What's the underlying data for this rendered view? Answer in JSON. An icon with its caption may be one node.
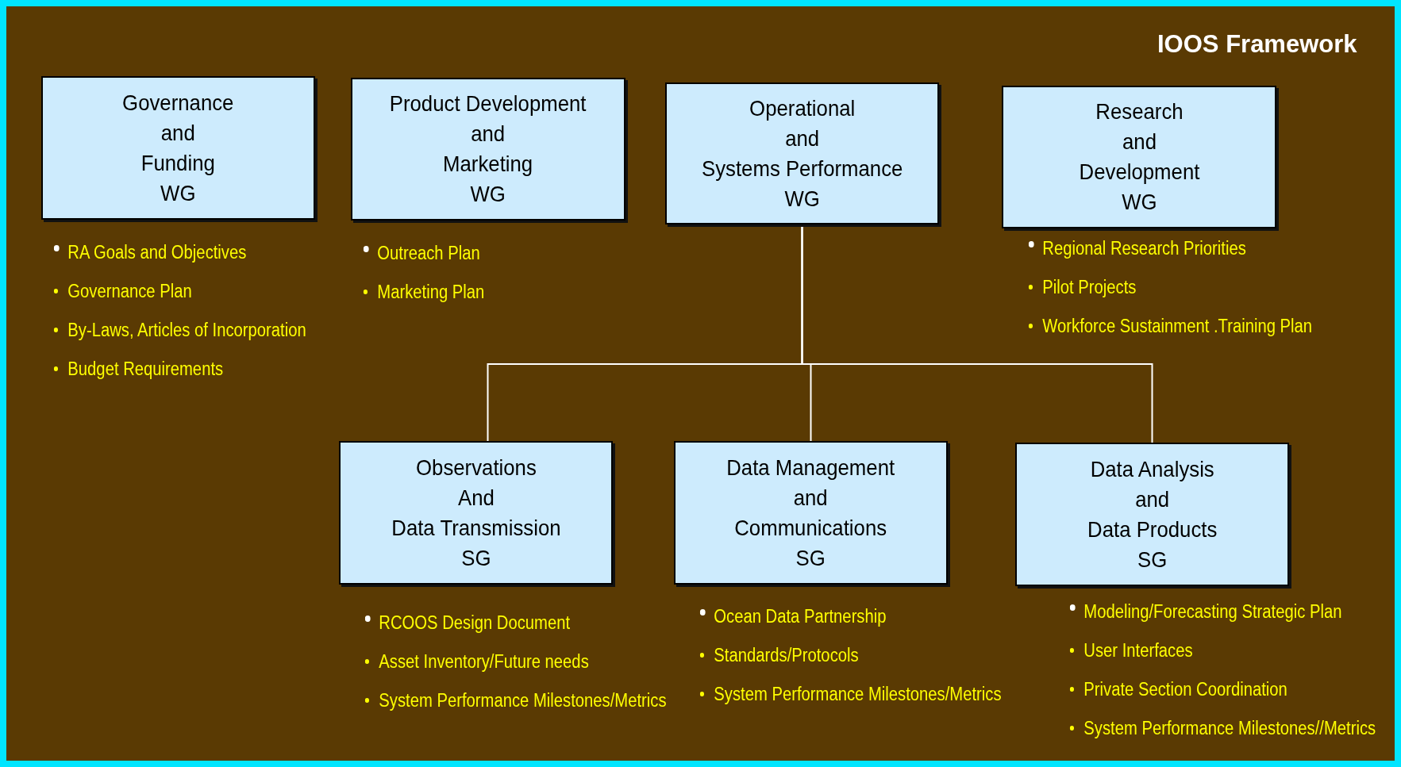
{
  "diagram": {
    "title": "IOOS Framework",
    "nodes": [
      {
        "text": [
          "Governance and Funding WG"
        ],
        "beside": [
          "RA Goals and Objectives",
          "Governance Plan",
          "By-Laws, Articles of Incorporation",
          "Budget Requirements"
        ]
      },
      {
        "text": [
          "Product Development and Marketing WG"
        ],
        "beside": [
          "Outreach Plan",
          "Marketing Plan"
        ]
      },
      {
        "text": [
          "Operational and Systems Performance WG"
        ]
      },
      {
        "text": [
          "Research and Development WG"
        ],
        "beside": [
          "Regional Research Priorities",
          "Pilot Projects",
          "Workforce Sustainment .Training Plan"
        ]
      },
      {
        "text": [
          "Observations And Data Transmission SG"
        ],
        "beside": [
          "RCOOS Design Document",
          "Asset Inventory/Future needs",
          "System Performance Milestones/Metrics"
        ]
      },
      {
        "text": [
          "Data Management and Communications SG"
        ],
        "beside": [
          "Ocean Data Partnership",
          "Standards/Protocols",
          "System Performance Milestones/Metrics"
        ]
      },
      {
        "text": [
          "Data Analysis and Data Products SG"
        ],
        "beside": [
          "Modeling/Forecasting Strategic Plan",
          "User Interfaces",
          "Private Section Coordination",
          "System Performance Milestones//Metrics"
        ]
      }
    ],
    "edges": [
      {
        "from": 2,
        "to": 4,
        "arrow": "none"
      },
      {
        "from": 2,
        "to": 5,
        "arrow": "none"
      },
      {
        "from": 2,
        "to": 6,
        "arrow": "none"
      }
    ]
  }
}
